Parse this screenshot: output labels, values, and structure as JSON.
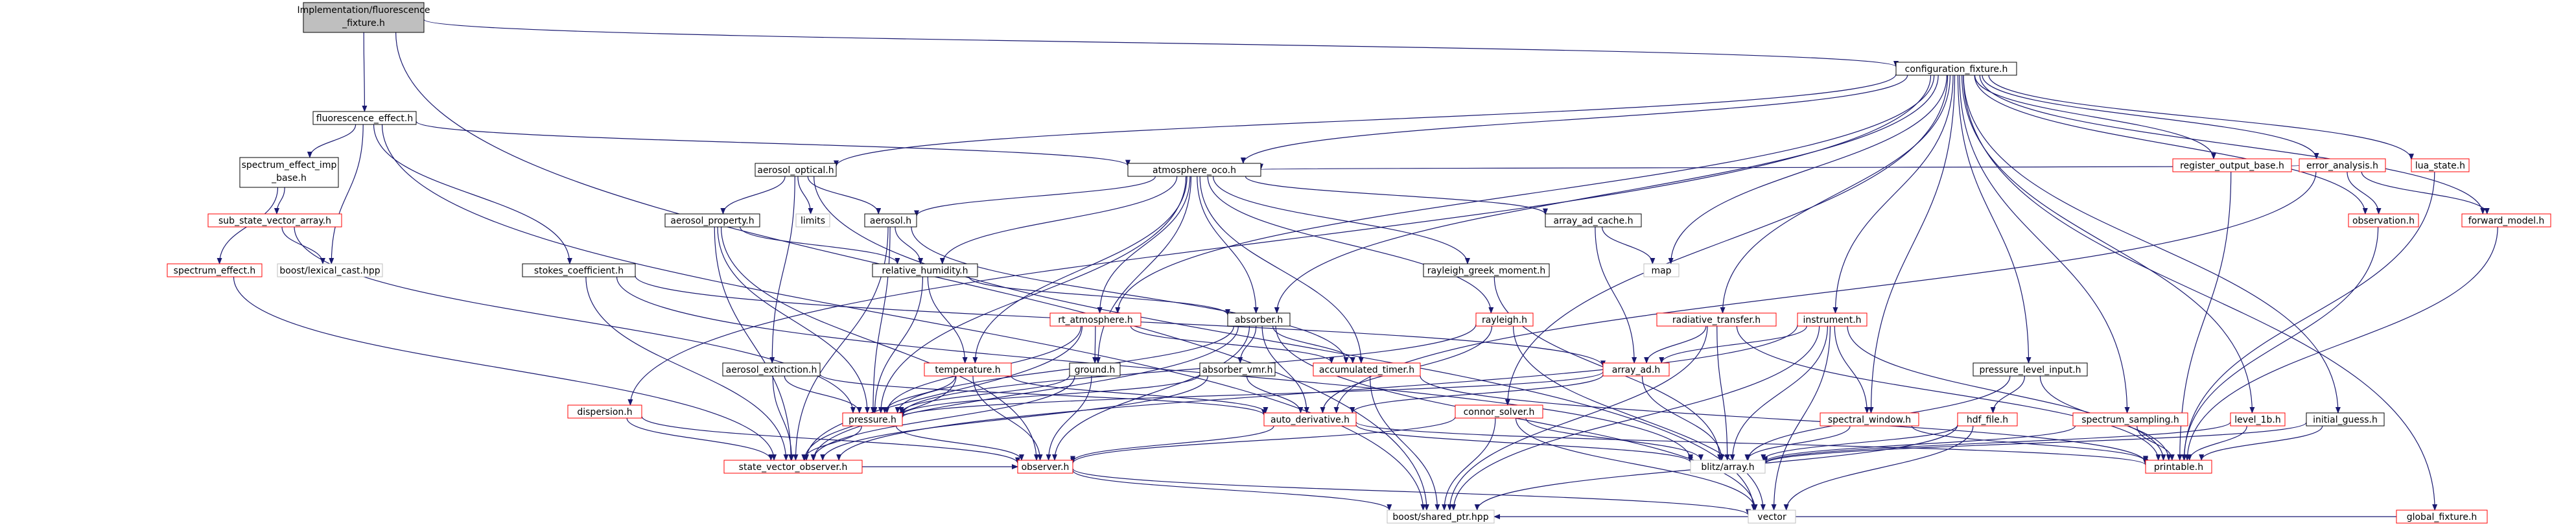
{
  "colors": {
    "edge": "#191970",
    "border_black": "#000000",
    "border_red": "#ff0000",
    "border_gray": "#bfbfbf",
    "root_fill": "#bfbfbf",
    "node_fill": "#ffffff"
  },
  "nodes": {
    "root": {
      "l1": "Implementation/fluorescence",
      "l2": "_fixture.h",
      "style": "root"
    },
    "configuration_fixture": {
      "label": "configuration_fixture.h",
      "style": "black"
    },
    "fluorescence_effect": {
      "label": "fluorescence_effect.h",
      "style": "black"
    },
    "spectrum_effect_imp": {
      "l1": "spectrum_effect_imp",
      "l2": "_base.h",
      "style": "black"
    },
    "sub_state_vector_array": {
      "label": "sub_state_vector_array.h",
      "style": "red"
    },
    "spectrum_effect": {
      "label": "spectrum_effect.h",
      "style": "red"
    },
    "lexical_cast": {
      "label": "boost/lexical_cast.hpp",
      "style": "gray"
    },
    "aerosol_optical": {
      "label": "aerosol_optical.h",
      "style": "black"
    },
    "limits": {
      "label": "limits",
      "style": "gray"
    },
    "aerosol_property": {
      "label": "aerosol_property.h",
      "style": "black"
    },
    "aerosol": {
      "label": "aerosol.h",
      "style": "black"
    },
    "atmosphere_oco": {
      "label": "atmosphere_oco.h",
      "style": "black"
    },
    "relative_humidity": {
      "label": "relative_humidity.h",
      "style": "black"
    },
    "stokes_coefficient": {
      "label": "stokes_coefficient.h",
      "style": "black"
    },
    "aerosol_extinction": {
      "label": "aerosol_extinction.h",
      "style": "black"
    },
    "dispersion": {
      "label": "dispersion.h",
      "style": "red"
    },
    "rt_atmosphere": {
      "label": "rt_atmosphere.h",
      "style": "red"
    },
    "temperature": {
      "label": "temperature.h",
      "style": "red"
    },
    "ground": {
      "label": "ground.h",
      "style": "black"
    },
    "absorber": {
      "label": "absorber.h",
      "style": "black"
    },
    "absorber_vmr": {
      "label": "absorber_vmr.h",
      "style": "black"
    },
    "accumulated_timer": {
      "label": "accumulated_timer.h",
      "style": "red"
    },
    "rayleigh": {
      "label": "rayleigh.h",
      "style": "red"
    },
    "array_ad_cache": {
      "label": "array_ad_cache.h",
      "style": "black"
    },
    "map": {
      "label": "map",
      "style": "gray"
    },
    "rayleigh_greek_moment": {
      "label": "rayleigh_greek_moment.h",
      "style": "black"
    },
    "radiative_transfer": {
      "label": "radiative_transfer.h",
      "style": "red"
    },
    "instrument": {
      "label": "instrument.h",
      "style": "red"
    },
    "array_ad": {
      "label": "array_ad.h",
      "style": "red"
    },
    "connor_solver": {
      "label": "connor_solver.h",
      "style": "red"
    },
    "pressure": {
      "label": "pressure.h",
      "style": "red"
    },
    "auto_derivative": {
      "label": "auto_derivative.h",
      "style": "red"
    },
    "state_vector_observer": {
      "label": "state_vector_observer.h",
      "style": "red"
    },
    "observer": {
      "label": "observer.h",
      "style": "red"
    },
    "shared_ptr": {
      "label": "boost/shared_ptr.hpp",
      "style": "gray"
    },
    "vector": {
      "label": "vector",
      "style": "gray"
    },
    "blitz_array": {
      "label": "blitz/array.h",
      "style": "gray"
    },
    "spectral_window": {
      "label": "spectral_window.h",
      "style": "red"
    },
    "pressure_level_input": {
      "label": "pressure_level_input.h",
      "style": "black"
    },
    "hdf_file": {
      "label": "hdf_file.h",
      "style": "red"
    },
    "spectrum_sampling": {
      "label": "spectrum_sampling.h",
      "style": "red"
    },
    "level_1b": {
      "label": "level_1b.h",
      "style": "red"
    },
    "initial_guess": {
      "label": "initial_guess.h",
      "style": "black"
    },
    "printable": {
      "label": "printable.h",
      "style": "red"
    },
    "register_output_base": {
      "label": "register_output_base.h",
      "style": "red"
    },
    "error_analysis": {
      "label": "error_analysis.h",
      "style": "red"
    },
    "observation": {
      "label": "observation.h",
      "style": "red"
    },
    "lua_state": {
      "label": "lua_state.h",
      "style": "red"
    },
    "forward_model": {
      "label": "forward_model.h",
      "style": "red"
    },
    "global_fixture": {
      "label": "global_fixture.h",
      "style": "red"
    }
  }
}
